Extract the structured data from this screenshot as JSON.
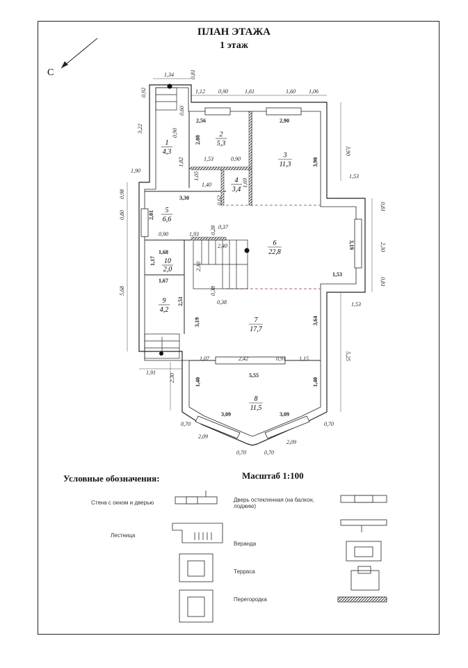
{
  "header": {
    "title": "ПЛАН ЭТАЖА",
    "subtitle": "1 этаж"
  },
  "north": "С",
  "scale": "Масштаб 1:100",
  "legend": {
    "title": "Условные обозначения:",
    "items": [
      {
        "label": "Стена с окном и дверью",
        "icon": "wall-window-door"
      },
      {
        "label": "Дверь остекленная (на балкон, лоджию)",
        "icon": "glazed-door"
      },
      {
        "label": "Лестница",
        "icon": "staircase"
      },
      {
        "label": "Веранда",
        "icon": "veranda"
      },
      {
        "label": "Терраса",
        "icon": "terrace"
      },
      {
        "label": "Перегородка",
        "icon": "partition"
      }
    ]
  },
  "rooms": [
    {
      "num": "1",
      "area": "4,3"
    },
    {
      "num": "2",
      "area": "5,3"
    },
    {
      "num": "3",
      "area": "11,3"
    },
    {
      "num": "4",
      "area": "3,4"
    },
    {
      "num": "5",
      "area": "6,6"
    },
    {
      "num": "6",
      "area": "22,8"
    },
    {
      "num": "7",
      "area": "17,7"
    },
    {
      "num": "8",
      "area": "11,5"
    },
    {
      "num": "9",
      "area": "4,2"
    },
    {
      "num": "10",
      "area": "2,0"
    }
  ],
  "dims": [
    "1,34",
    "0,81",
    "0,92",
    "1,12",
    "0,90",
    "1,61",
    "1,60",
    "1,06",
    "3,22",
    "2,56",
    "2,90",
    "3,90",
    "0,90",
    "0,60",
    "2,08",
    "1,82",
    "1,53",
    "0,90",
    "3,90",
    "1,90",
    "1,05",
    "1,40",
    "1,69",
    "1,53",
    "0,98",
    "3,30",
    "0,62",
    "0,81",
    "0,80",
    "2,01",
    "3,19",
    "2,30",
    "0,90",
    "1,93",
    "0,37",
    "0,28",
    "1,68",
    "2,40",
    "0,81",
    "1,17",
    "2,10",
    "1,53",
    "1,67",
    "0,38",
    "0,38",
    "1,53",
    "5,68",
    "2,51",
    "3,64",
    "3,19",
    "5,25",
    "1,07",
    "2,42",
    "0,91",
    "1,15",
    "1,91",
    "2,30",
    "5,55",
    "1,40",
    "1,40",
    "3,09",
    "3,09",
    "0,70",
    "0,70",
    "2,09",
    "2,09",
    "0,70",
    "0,70"
  ]
}
